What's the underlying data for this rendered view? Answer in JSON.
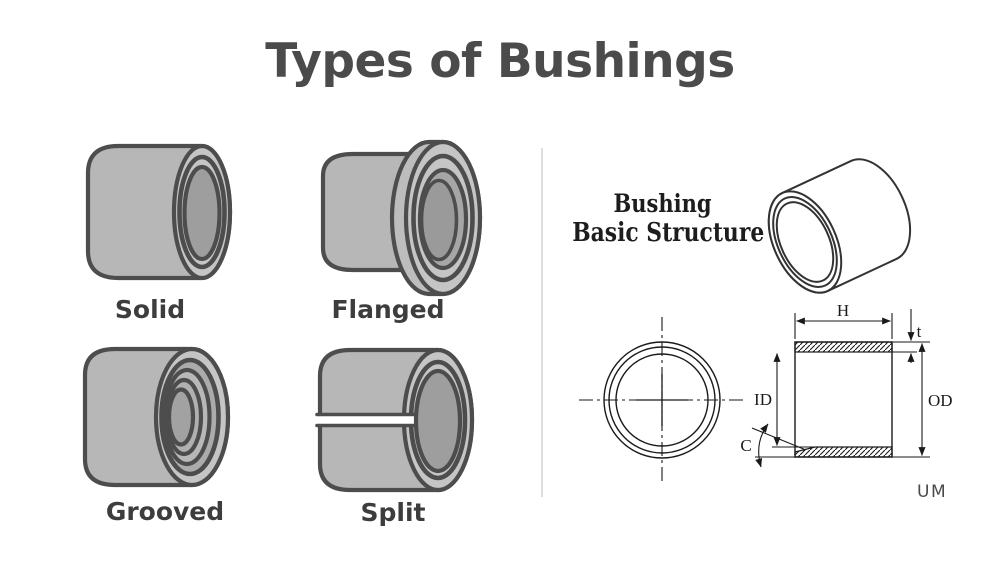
{
  "title": {
    "text": "Types of Bushings"
  },
  "bushing_types": {
    "solid": {
      "label": "Solid"
    },
    "flanged": {
      "label": "Flanged"
    },
    "grooved": {
      "label": "Grooved"
    },
    "split": {
      "label": "Split"
    }
  },
  "structure_panel": {
    "heading_line1": "Bushing",
    "heading_line2": "Basic Structure",
    "dimension_labels": {
      "height": "H",
      "wall_thickness": "t",
      "inner_diameter": "ID",
      "outer_diameter": "OD",
      "chamfer": "C"
    },
    "watermark": "UM"
  },
  "colors": {
    "title_text": "#4b4b4b",
    "type_label_text": "#3d3d3d",
    "heading_text": "#1d1d1d",
    "figure_outline": "#4d4d4d",
    "figure_body": "#b7b7b7",
    "figure_face": "#c5c5c5",
    "figure_bore": "#9e9e9e",
    "drawing_line": "#1a1a1a",
    "watermark_text": "#4a4a4a",
    "divider": "#dedede",
    "background": "#ffffff"
  }
}
